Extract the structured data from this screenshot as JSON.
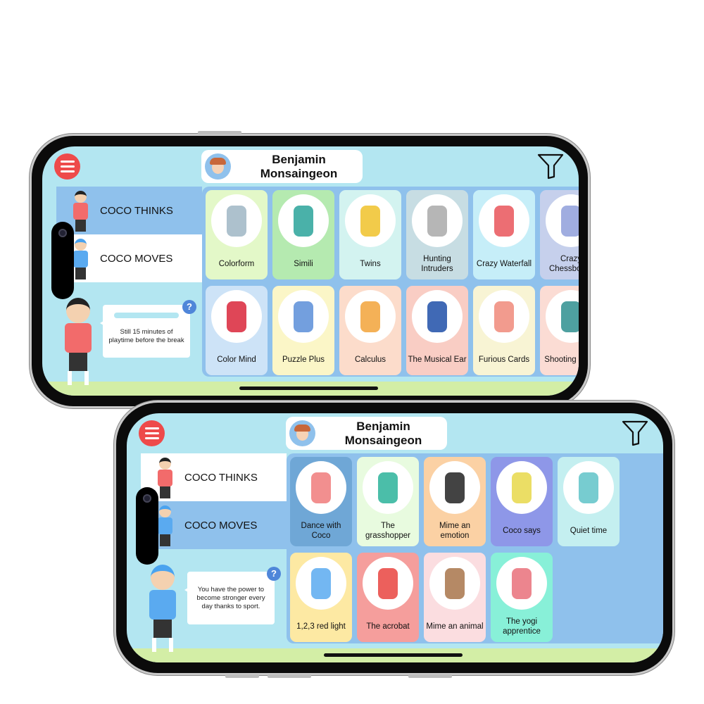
{
  "phones": [
    {
      "profile": {
        "name": "Benjamin Monsaingeon"
      },
      "tabs": [
        {
          "label": "COCO THINKS",
          "selected": true
        },
        {
          "label": "COCO MOVES",
          "selected": false
        }
      ],
      "bubble": {
        "text": "Still 15 minutes of playtime before the break",
        "help": "?"
      },
      "cards": [
        {
          "label": "Colorform",
          "color": "#e3f8c8",
          "pic": "#9fb6c4"
        },
        {
          "label": "Simili",
          "color": "#b5eab0",
          "pic": "#2aa39a"
        },
        {
          "label": "Twins",
          "color": "#d3f3f0",
          "pic": "#f0c22a"
        },
        {
          "label": "Hunting Intruders",
          "color": "#c7dde3",
          "pic": "#a9a9a9"
        },
        {
          "label": "Crazy Waterfall",
          "color": "#c6eef8",
          "pic": "#e9555a"
        },
        {
          "label": "Crazy Chessboard",
          "color": "#c6d0ec",
          "pic": "#8f9fda"
        },
        {
          "label": "Color Mind",
          "color": "#cde3f7",
          "pic": "#d9263a"
        },
        {
          "label": "Puzzle Plus",
          "color": "#fbf6c7",
          "pic": "#5b8ed8"
        },
        {
          "label": "Calculus",
          "color": "#fcdccb",
          "pic": "#f2a33a"
        },
        {
          "label": "The Musical Ear",
          "color": "#f9cdc4",
          "pic": "#1e4fa8"
        },
        {
          "label": "Furious Cards",
          "color": "#f8f4d4",
          "pic": "#f08a7a"
        },
        {
          "label": "Shooting Stars",
          "color": "#fbdcd4",
          "pic": "#2f8f8f"
        }
      ]
    },
    {
      "profile": {
        "name": "Benjamin Monsaingeon"
      },
      "tabs": [
        {
          "label": "COCO THINKS",
          "selected": false
        },
        {
          "label": "COCO MOVES",
          "selected": true
        }
      ],
      "bubble": {
        "text": "You have the power to become stronger every day thanks to sport.",
        "help": "?"
      },
      "cards": [
        {
          "label": "Dance with Coco",
          "color": "#6fa7d6",
          "pic": "#f07b7b"
        },
        {
          "label": "The grasshopper",
          "color": "#e8fbdf",
          "pic": "#2bb39a"
        },
        {
          "label": "Mime an emotion",
          "color": "#fbd1a4",
          "pic": "#222222"
        },
        {
          "label": "Coco says",
          "color": "#8e97e8",
          "pic": "#e8d84a"
        },
        {
          "label": "Quiet time",
          "color": "#c4eff0",
          "pic": "#5fc3c8"
        },
        {
          "label": "1,2,3 red light",
          "color": "#fde9a3",
          "pic": "#5aaaf0"
        },
        {
          "label": "The acrobat",
          "color": "#f59e9c",
          "pic": "#e9443f"
        },
        {
          "label": "Mime an animal",
          "color": "#fbdde0",
          "pic": "#a8744a"
        },
        {
          "label": "The yogi apprentice",
          "color": "#88f0d8",
          "pic": "#e9707a"
        }
      ]
    }
  ]
}
